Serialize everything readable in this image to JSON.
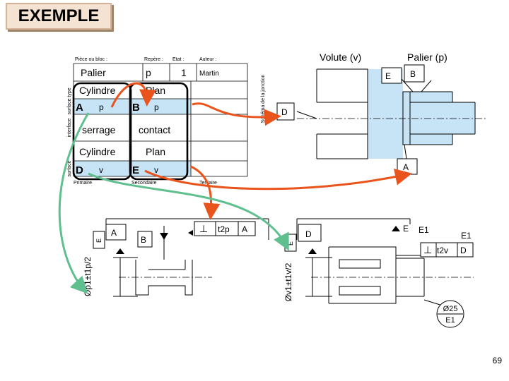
{
  "slide": {
    "title": "EXEMPLE",
    "page_number": "69"
  },
  "table": {
    "col_headers": {
      "piece": "Pièce ou bloc :",
      "repere": "Repère :",
      "etat": "Etat :",
      "auteur": "Auteur :"
    },
    "piece": "Palier",
    "repere": "p",
    "etat": "1",
    "auteur": "Martin",
    "side_labels": {
      "type": "type",
      "surface": "surface",
      "interface": "interface",
      "surface2": "surface",
      "schema": "Schéma de la jonction"
    },
    "row_surface": {
      "left": "Cylindre",
      "right": "Plan"
    },
    "row_ref": {
      "left_letter": "A",
      "left_sub": "p",
      "right_letter": "B",
      "right_sub": "p"
    },
    "row_interface": {
      "left": "serrage",
      "right": "contact"
    },
    "row_surface2": {
      "left": "Cylindre",
      "right": "Plan"
    },
    "row_ref2": {
      "left_letter": "D",
      "left_sub": "v",
      "right_letter": "E",
      "right_sub": "v"
    },
    "bottom_labels": {
      "primaire": "Primaire",
      "secondaire": "Secondaire",
      "tertiaire": "Tertiaire"
    }
  },
  "assembly": {
    "volute_title": "Volute (v)",
    "palier_title": "Palier (p)",
    "label_E": "E",
    "label_B": "B",
    "label_D": "D",
    "label_A": "A"
  },
  "drawing_p": {
    "datum_E": "E",
    "datum_A": "A",
    "datum_B": "B",
    "perp": "⊥",
    "tol": "t2p",
    "ref": "A",
    "diameter": "Øp1±t1p/2"
  },
  "drawing_v": {
    "datum_E": "E",
    "datum_D": "D",
    "label_E_top": "E",
    "label_E1": "E1",
    "label_E1_right": "E1",
    "perp": "⊥",
    "tol": "t2v",
    "ref": "D",
    "diameter": "Øv1±t1v/2",
    "circle_top": "Ø25",
    "circle_bottom": "E1"
  },
  "colors": {
    "accent_blue": "#c6e4f5",
    "title_bg": "#f4e3d3",
    "arrow_orange": "#e8541c",
    "arrow_green": "#5fbf8e"
  }
}
